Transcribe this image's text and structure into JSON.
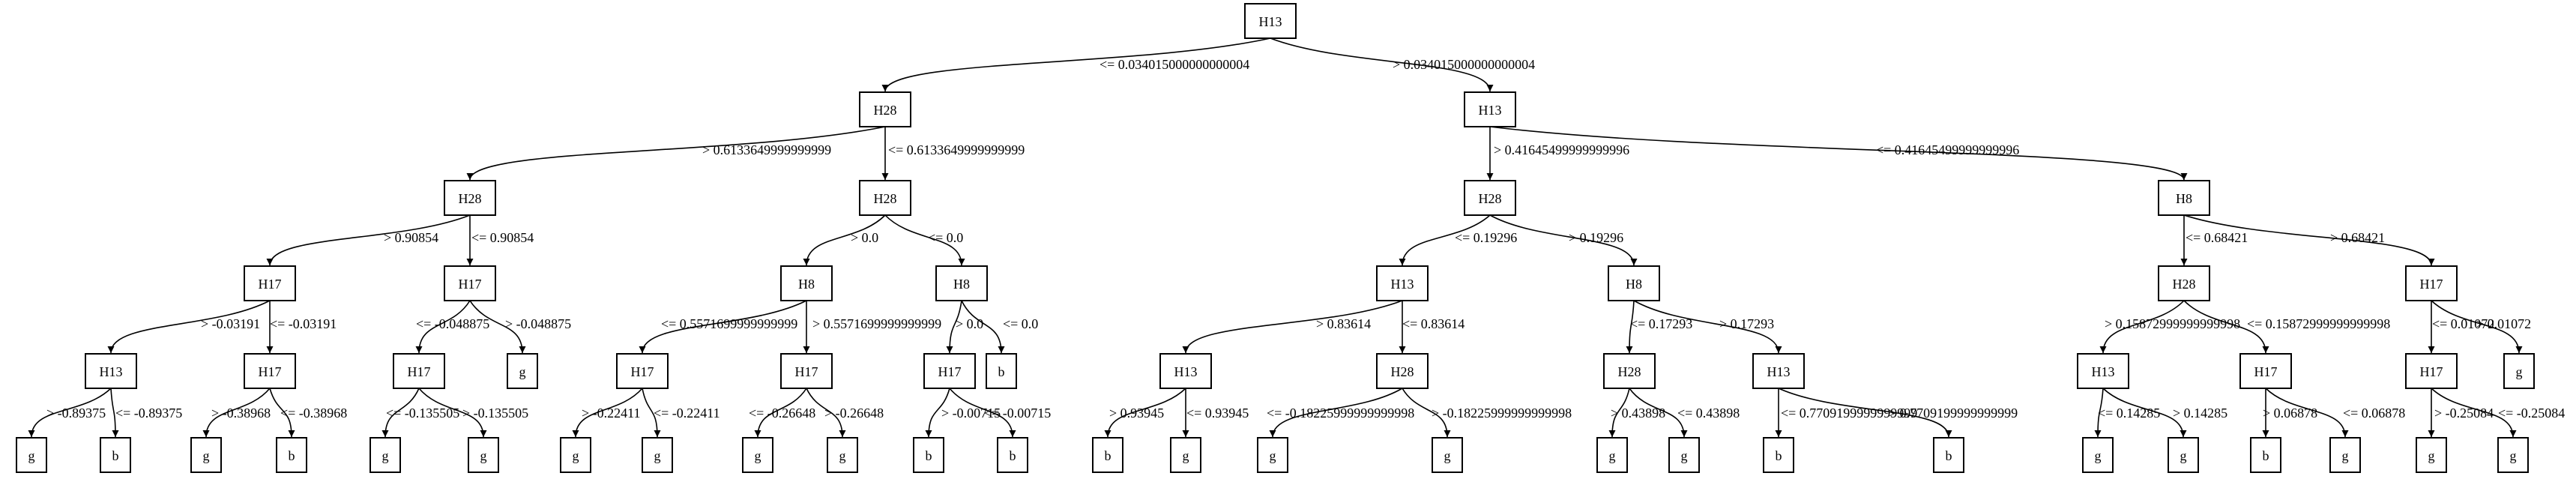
{
  "tree": {
    "label": "H13",
    "children": [
      {
        "edge": "<= 0.034015000000000004",
        "node": {
          "label": "H28",
          "children": [
            {
              "edge": "> 0.6133649999999999",
              "node": {
                "label": "H28",
                "children": [
                  {
                    "edge": "> 0.90854",
                    "node": {
                      "label": "H17",
                      "children": [
                        {
                          "edge": "> -0.03191",
                          "node": {
                            "label": "H13",
                            "children": [
                              {
                                "edge": "> -0.89375",
                                "node": {
                                  "label": "g"
                                }
                              },
                              {
                                "edge": "<= -0.89375",
                                "node": {
                                  "label": "b"
                                }
                              }
                            ]
                          }
                        },
                        {
                          "edge": "<= -0.03191",
                          "node": {
                            "label": "H17",
                            "children": [
                              {
                                "edge": "> -0.38968",
                                "node": {
                                  "label": "g"
                                }
                              },
                              {
                                "edge": "<= -0.38968",
                                "node": {
                                  "label": "b"
                                }
                              }
                            ]
                          }
                        }
                      ]
                    }
                  },
                  {
                    "edge": "<= 0.90854",
                    "node": {
                      "label": "H17",
                      "children": [
                        {
                          "edge": "<= -0.048875",
                          "node": {
                            "label": "H17",
                            "children": [
                              {
                                "edge": "<= -0.135505",
                                "node": {
                                  "label": "g"
                                }
                              },
                              {
                                "edge": "> -0.135505",
                                "node": {
                                  "label": "g"
                                }
                              }
                            ]
                          }
                        },
                        {
                          "edge": "> -0.048875",
                          "node": {
                            "label": "g"
                          }
                        }
                      ]
                    }
                  }
                ]
              }
            },
            {
              "edge": "<= 0.6133649999999999",
              "node": {
                "label": "H28",
                "children": [
                  {
                    "edge": "> 0.0",
                    "node": {
                      "label": "H8",
                      "children": [
                        {
                          "edge": "<= 0.5571699999999999",
                          "node": {
                            "label": "H17",
                            "children": [
                              {
                                "edge": "> -0.22411",
                                "node": {
                                  "label": "g"
                                }
                              },
                              {
                                "edge": "<= -0.22411",
                                "node": {
                                  "label": "g"
                                }
                              }
                            ]
                          }
                        },
                        {
                          "edge": "> 0.5571699999999999",
                          "node": {
                            "label": "H17",
                            "children": [
                              {
                                "edge": "<= -0.26648",
                                "node": {
                                  "label": "g"
                                }
                              },
                              {
                                "edge": "> -0.26648",
                                "node": {
                                  "label": "g"
                                }
                              }
                            ]
                          }
                        }
                      ]
                    }
                  },
                  {
                    "edge": "<= 0.0",
                    "node": {
                      "label": "H8",
                      "children": [
                        {
                          "edge": "> 0.0",
                          "node": {
                            "label": "H17",
                            "children": [
                              {
                                "edge": "> -0.00715",
                                "node": {
                                  "label": "b"
                                }
                              },
                              {
                                "edge": "<= -0.00715",
                                "node": {
                                  "label": "b"
                                }
                              }
                            ]
                          }
                        },
                        {
                          "edge": "<= 0.0",
                          "node": {
                            "label": "b"
                          }
                        }
                      ]
                    }
                  }
                ]
              }
            }
          ]
        }
      },
      {
        "edge": "> 0.034015000000000004",
        "node": {
          "label": "H13",
          "children": [
            {
              "edge": "> 0.41645499999999996",
              "node": {
                "label": "H28",
                "children": [
                  {
                    "edge": "<= 0.19296",
                    "node": {
                      "label": "H13",
                      "children": [
                        {
                          "edge": "> 0.83614",
                          "node": {
                            "label": "H13",
                            "children": [
                              {
                                "edge": "> 0.93945",
                                "node": {
                                  "label": "b"
                                }
                              },
                              {
                                "edge": "<= 0.93945",
                                "node": {
                                  "label": "g"
                                }
                              }
                            ]
                          }
                        },
                        {
                          "edge": "<= 0.83614",
                          "node": {
                            "label": "H28",
                            "children": [
                              {
                                "edge": "<= -0.18225999999999998",
                                "node": {
                                  "label": "g"
                                }
                              },
                              {
                                "edge": "> -0.18225999999999998",
                                "node": {
                                  "label": "g"
                                }
                              }
                            ]
                          }
                        }
                      ]
                    }
                  },
                  {
                    "edge": "> 0.19296",
                    "node": {
                      "label": "H8",
                      "children": [
                        {
                          "edge": "<= 0.17293",
                          "node": {
                            "label": "H28",
                            "children": [
                              {
                                "edge": "> 0.43898",
                                "node": {
                                  "label": "g"
                                }
                              },
                              {
                                "edge": "<= 0.43898",
                                "node": {
                                  "label": "g"
                                }
                              }
                            ]
                          }
                        },
                        {
                          "edge": "> 0.17293",
                          "node": {
                            "label": "H13",
                            "children": [
                              {
                                "edge": "<= 0.7709199999999999",
                                "node": {
                                  "label": "b"
                                }
                              },
                              {
                                "edge": "> 0.7709199999999999",
                                "node": {
                                  "label": "b"
                                }
                              }
                            ]
                          }
                        }
                      ]
                    }
                  }
                ]
              }
            },
            {
              "edge": "<= 0.41645499999999996",
              "node": {
                "label": "H8",
                "children": [
                  {
                    "edge": "<= 0.68421",
                    "node": {
                      "label": "H28",
                      "children": [
                        {
                          "edge": "> 0.15872999999999998",
                          "node": {
                            "label": "H13",
                            "children": [
                              {
                                "edge": "<= 0.14285",
                                "node": {
                                  "label": "g"
                                }
                              },
                              {
                                "edge": "> 0.14285",
                                "node": {
                                  "label": "g"
                                }
                              }
                            ]
                          }
                        },
                        {
                          "edge": "<= 0.15872999999999998",
                          "node": {
                            "label": "H17",
                            "children": [
                              {
                                "edge": "> 0.06878",
                                "node": {
                                  "label": "b"
                                }
                              },
                              {
                                "edge": "<= 0.06878",
                                "node": {
                                  "label": "g"
                                }
                              }
                            ]
                          }
                        }
                      ]
                    }
                  },
                  {
                    "edge": "> 0.68421",
                    "node": {
                      "label": "H17",
                      "children": [
                        {
                          "edge": "<= 0.01072",
                          "node": {
                            "label": "H17",
                            "children": [
                              {
                                "edge": "> -0.25084",
                                "node": {
                                  "label": "g"
                                }
                              },
                              {
                                "edge": "<= -0.25084",
                                "node": {
                                  "label": "g"
                                }
                              }
                            ]
                          }
                        },
                        {
                          "edge": "> 0.01072",
                          "node": {
                            "label": "g"
                          }
                        }
                      ]
                    }
                  }
                ]
              }
            }
          ]
        }
      }
    ]
  }
}
